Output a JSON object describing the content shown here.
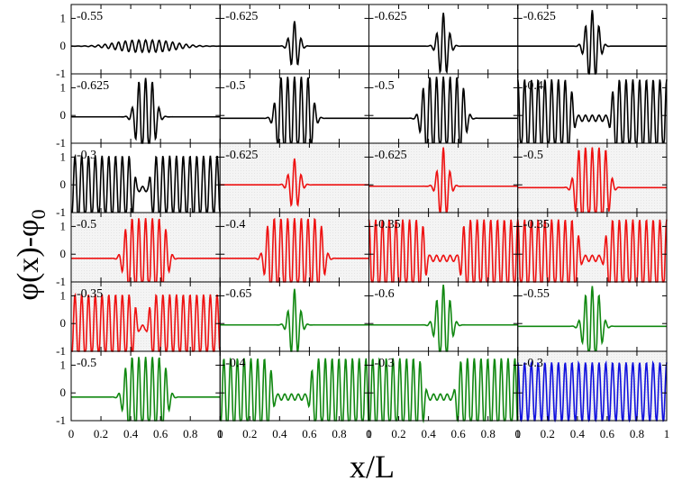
{
  "chart_data": {
    "type": "line",
    "layout": "6 rows x 4 columns small multiples",
    "xlabel": "x/L",
    "ylabel_main": "φ(x)-φ",
    "ylabel_sub": "0",
    "xlim": [
      0,
      1
    ],
    "ylim": [
      -1,
      1.5
    ],
    "x_ticks": [
      "0",
      "0.2",
      "0.4",
      "0.6",
      "0.8",
      "1"
    ],
    "y_ticks": [
      "-1",
      "0",
      "1"
    ],
    "colors": {
      "black": "#000000",
      "red": "#ee1111",
      "green": "#118811",
      "blue": "#1111dd",
      "shade": "#e4e4e4"
    },
    "panels": [
      {
        "label": "-0.55",
        "color": "black",
        "shaded": false,
        "pattern": {
          "kind": "packet",
          "center": 0.5,
          "width": 0.55,
          "amp": 0.22,
          "flat": 0.1,
          "base": 0.0
        }
      },
      {
        "label": "-0.625",
        "color": "black",
        "shaded": false,
        "pattern": {
          "kind": "packet",
          "center": 0.5,
          "width": 0.09,
          "amp": 0.9,
          "flat": 0.0,
          "base": 0.0
        }
      },
      {
        "label": "-0.625",
        "color": "black",
        "shaded": false,
        "pattern": {
          "kind": "packet",
          "center": 0.5,
          "width": 0.1,
          "amp": 1.2,
          "flat": 0.0,
          "base": 0.0
        }
      },
      {
        "label": "-0.625",
        "color": "black",
        "shaded": false,
        "pattern": {
          "kind": "packet",
          "center": 0.5,
          "width": 0.12,
          "amp": 1.3,
          "flat": 0.02,
          "base": 0.0
        }
      },
      {
        "label": "-0.625",
        "color": "black",
        "shaded": false,
        "pattern": {
          "kind": "packet",
          "center": 0.5,
          "width": 0.17,
          "amp": 1.4,
          "flat": 0.06,
          "base": -0.05
        }
      },
      {
        "label": "-0.5",
        "color": "black",
        "shaded": false,
        "pattern": {
          "kind": "packet",
          "center": 0.5,
          "width": 0.28,
          "amp": 1.5,
          "flat": 0.18,
          "base": -0.1
        }
      },
      {
        "label": "-0.5",
        "color": "black",
        "shaded": false,
        "pattern": {
          "kind": "packet",
          "center": 0.5,
          "width": 0.32,
          "amp": 1.5,
          "flat": 0.22,
          "base": -0.1
        }
      },
      {
        "label": "-0.4",
        "color": "black",
        "shaded": false,
        "pattern": {
          "kind": "gap",
          "center": 0.5,
          "width": 0.3,
          "amp": 1.4,
          "flat": 0.2,
          "base": -0.1
        }
      },
      {
        "label": "-0.3",
        "color": "black",
        "shaded": false,
        "pattern": {
          "kind": "gap",
          "center": 0.48,
          "width": 0.14,
          "amp": 1.2,
          "flat": 0.06,
          "base": -0.15
        }
      },
      {
        "label": "-0.625",
        "color": "red",
        "shaded": true,
        "pattern": {
          "kind": "packet",
          "center": 0.5,
          "width": 0.1,
          "amp": 0.95,
          "flat": 0.0,
          "base": 0.0
        }
      },
      {
        "label": "-0.625",
        "color": "red",
        "shaded": true,
        "pattern": {
          "kind": "packet",
          "center": 0.5,
          "width": 0.1,
          "amp": 1.4,
          "flat": 0.0,
          "base": -0.05
        }
      },
      {
        "label": "-0.5",
        "color": "red",
        "shaded": true,
        "pattern": {
          "kind": "packet",
          "center": 0.5,
          "width": 0.26,
          "amp": 1.45,
          "flat": 0.16,
          "base": -0.1
        }
      },
      {
        "label": "-0.5",
        "color": "red",
        "shaded": true,
        "pattern": {
          "kind": "packet",
          "center": 0.5,
          "width": 0.32,
          "amp": 1.45,
          "flat": 0.22,
          "base": -0.15
        }
      },
      {
        "label": "-0.4",
        "color": "red",
        "shaded": true,
        "pattern": {
          "kind": "packet",
          "center": 0.5,
          "width": 0.42,
          "amp": 1.45,
          "flat": 0.32,
          "base": -0.15
        }
      },
      {
        "label": "-0.35",
        "color": "red",
        "shaded": true,
        "pattern": {
          "kind": "gap",
          "center": 0.5,
          "width": 0.28,
          "amp": 1.4,
          "flat": 0.18,
          "base": -0.15
        }
      },
      {
        "label": "-0.35",
        "color": "red",
        "shaded": true,
        "pattern": {
          "kind": "gap",
          "center": 0.5,
          "width": 0.22,
          "amp": 1.4,
          "flat": 0.12,
          "base": -0.15
        }
      },
      {
        "label": "-0.35",
        "color": "red",
        "shaded": true,
        "pattern": {
          "kind": "gap",
          "center": 0.48,
          "width": 0.12,
          "amp": 1.2,
          "flat": 0.04,
          "base": -0.15
        }
      },
      {
        "label": "-0.65",
        "color": "green",
        "shaded": false,
        "pattern": {
          "kind": "packet",
          "center": 0.5,
          "width": 0.1,
          "amp": 1.3,
          "flat": 0.0,
          "base": -0.05
        }
      },
      {
        "label": "-0.6",
        "color": "green",
        "shaded": false,
        "pattern": {
          "kind": "packet",
          "center": 0.5,
          "width": 0.13,
          "amp": 1.45,
          "flat": 0.02,
          "base": -0.05
        }
      },
      {
        "label": "-0.55",
        "color": "green",
        "shaded": false,
        "pattern": {
          "kind": "packet",
          "center": 0.5,
          "width": 0.15,
          "amp": 1.45,
          "flat": 0.04,
          "base": -0.1
        }
      },
      {
        "label": "-0.5",
        "color": "green",
        "shaded": false,
        "pattern": {
          "kind": "packet",
          "center": 0.5,
          "width": 0.32,
          "amp": 1.45,
          "flat": 0.22,
          "base": -0.15
        }
      },
      {
        "label": "-0.4",
        "color": "green",
        "shaded": false,
        "pattern": {
          "kind": "gap",
          "center": 0.48,
          "width": 0.3,
          "amp": 1.4,
          "flat": 0.2,
          "base": -0.15
        }
      },
      {
        "label": "-0.3",
        "color": "green",
        "shaded": false,
        "pattern": {
          "kind": "gap",
          "center": 0.48,
          "width": 0.26,
          "amp": 1.4,
          "flat": 0.16,
          "base": -0.15
        }
      },
      {
        "label": "-0.3",
        "color": "blue",
        "shaded": true,
        "pattern": {
          "kind": "uniform",
          "center": 0.5,
          "width": 1.0,
          "amp": 1.1,
          "flat": 1.0,
          "base": 0.0
        }
      }
    ]
  }
}
